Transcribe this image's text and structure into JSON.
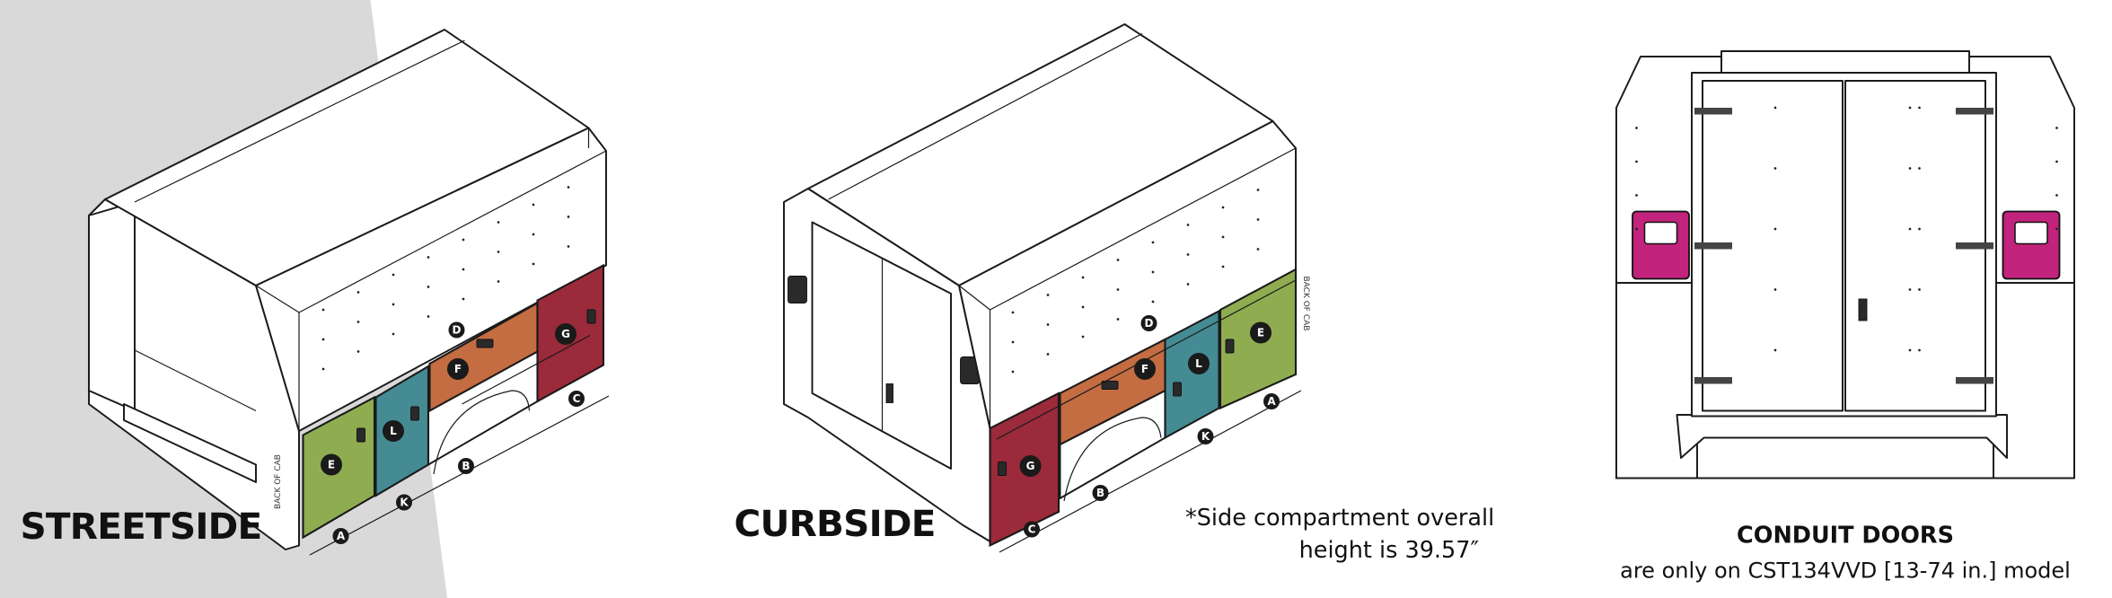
{
  "colors": {
    "background_shade": "#d9d9d9",
    "compartment_E": "#8fad50",
    "compartment_L": "#458b94",
    "compartment_F": "#c46c42",
    "compartment_G": "#9b2a3b",
    "conduit_door": "#c2237c"
  },
  "streetside": {
    "title": "STREETSIDE",
    "back_of_cab": "BACK OF CAB",
    "compartments": {
      "E": "E",
      "L": "L",
      "F": "F",
      "G": "G"
    },
    "dimensions": {
      "A": "A",
      "K": "K",
      "B": "B",
      "C": "C",
      "D": "D"
    }
  },
  "curbside": {
    "title": "CURBSIDE",
    "back_of_cab": "BACK OF CAB",
    "compartments": {
      "G": "G",
      "F": "F",
      "L": "L",
      "E": "E"
    },
    "dimensions": {
      "C": "C",
      "B": "B",
      "K": "K",
      "A": "A",
      "D": "D"
    }
  },
  "note": {
    "line1": "*Side compartment overall",
    "line2": "height is 39.57″"
  },
  "conduit": {
    "title": "CONDUIT DOORS",
    "subtitle": "are only on CST134VVD [13-74 in.] model"
  }
}
